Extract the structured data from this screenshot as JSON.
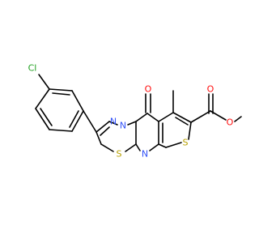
{
  "molecule": {
    "atom_labels": {
      "chlorine": "Cl",
      "triazine_n_upper": "N",
      "triazine_n_lower": "N",
      "pyrimidine_n": "N",
      "ring_sulfur": "S",
      "thiophene_sulfur": "S",
      "carbonyl_oxygen": "O",
      "ester_carbonyl_oxygen": "O",
      "ester_ether_oxygen": "O"
    },
    "colors": {
      "Cl": "#1fa01f",
      "N": "#3050f8",
      "S": "#b8a000",
      "O": "#ff0d0d",
      "bond": "#000000"
    }
  }
}
